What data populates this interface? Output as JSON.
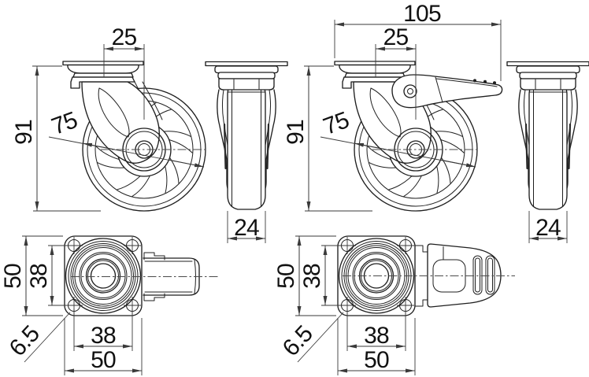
{
  "drawing": {
    "kind": "caster-technical-drawing",
    "background": "#ffffff",
    "line_color": "#1f1f1f",
    "dimension_line_color": "#3a3a3a",
    "text_color": "#111111"
  },
  "views": {
    "side_swivel": {
      "label": "swivel caster side view",
      "dims": {
        "swivel_offset": "25",
        "wheel_diameter": "75",
        "overall_height": "91"
      }
    },
    "front_swivel": {
      "label": "swivel caster front view",
      "dims": {
        "wheel_width": "24"
      }
    },
    "side_braked": {
      "label": "braked caster side view",
      "dims": {
        "overall_length": "105",
        "swivel_offset": "25",
        "wheel_diameter": "75",
        "overall_height": "91"
      }
    },
    "front_braked": {
      "label": "braked caster front view",
      "dims": {
        "wheel_width": "24"
      }
    },
    "plan_swivel": {
      "label": "swivel caster plate plan view",
      "dims": {
        "plate_size_v": "50",
        "hole_pitch_v": "38",
        "hole_pitch_h": "38",
        "plate_size_h": "50",
        "hole_diameter": "6.5"
      }
    },
    "plan_braked": {
      "label": "braked caster plate plan view",
      "dims": {
        "plate_size_v": "50",
        "hole_pitch_v": "38",
        "hole_pitch_h": "38",
        "plate_size_h": "50",
        "hole_diameter": "6.5"
      }
    }
  }
}
